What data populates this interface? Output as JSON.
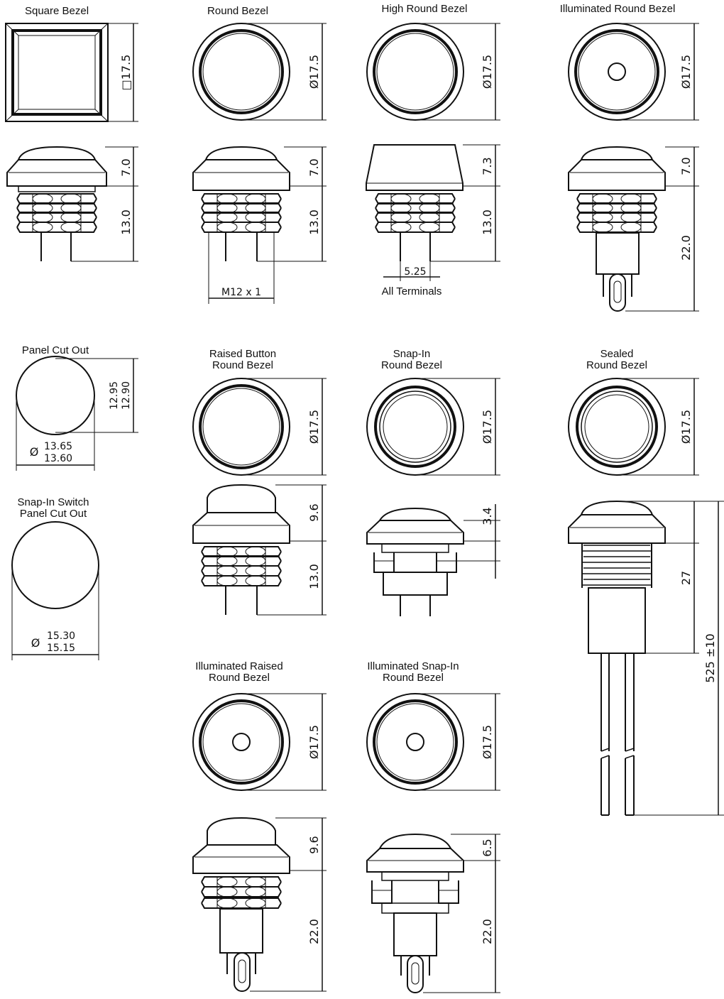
{
  "views": {
    "square_bezel": {
      "title": "Square Bezel",
      "face_dim": "□17.5",
      "h_top": "7.0",
      "h_body": "13.0"
    },
    "round_bezel": {
      "title": "Round Bezel",
      "face_dim": "Ø17.5",
      "h_top": "7.0",
      "h_body": "13.0",
      "thread": "M12 x 1"
    },
    "high_round_bezel": {
      "title": "High Round Bezel",
      "face_dim": "Ø17.5",
      "h_top": "7.3",
      "h_body": "13.0",
      "pitch": "5.25",
      "pitch_note": "All Terminals"
    },
    "illuminated_round_bezel": {
      "title": "Illuminated Round Bezel",
      "face_dim": "Ø17.5",
      "h_top": "7.0",
      "h_body": "22.0"
    },
    "panel_cut_out": {
      "title": "Panel Cut Out",
      "h_max": "12.95",
      "h_min": "12.90",
      "d_max": "13.65",
      "d_min": "13.60",
      "dia_symbol": "Ø"
    },
    "snap_in_cut_out": {
      "title_line1": "Snap-In Switch",
      "title_line2": "Panel Cut Out",
      "d_max": "15.30",
      "d_min": "15.15",
      "dia_symbol": "Ø"
    },
    "raised_button": {
      "title_line1": "Raised Button",
      "title_line2": "Round Bezel",
      "face_dim": "Ø17.5",
      "h_top": "9.6",
      "h_body": "13.0"
    },
    "snap_in": {
      "title_line1": "Snap-In",
      "title_line2": "Round Bezel",
      "face_dim": "Ø17.5",
      "h_top": "3.4"
    },
    "sealed": {
      "title_line1": "Sealed",
      "title_line2": "Round Bezel",
      "face_dim": "Ø17.5",
      "h_body": "27",
      "h_total": "525 ±10"
    },
    "illuminated_raised": {
      "title_line1": "Illuminated Raised",
      "title_line2": "Round Bezel",
      "face_dim": "Ø17.5",
      "h_top": "9.6",
      "h_body": "22.0"
    },
    "illuminated_snap_in": {
      "title_line1": "Illuminated Snap-In",
      "title_line2": "Round Bezel",
      "face_dim": "Ø17.5",
      "h_top": "6.5",
      "h_body": "22.0"
    }
  }
}
